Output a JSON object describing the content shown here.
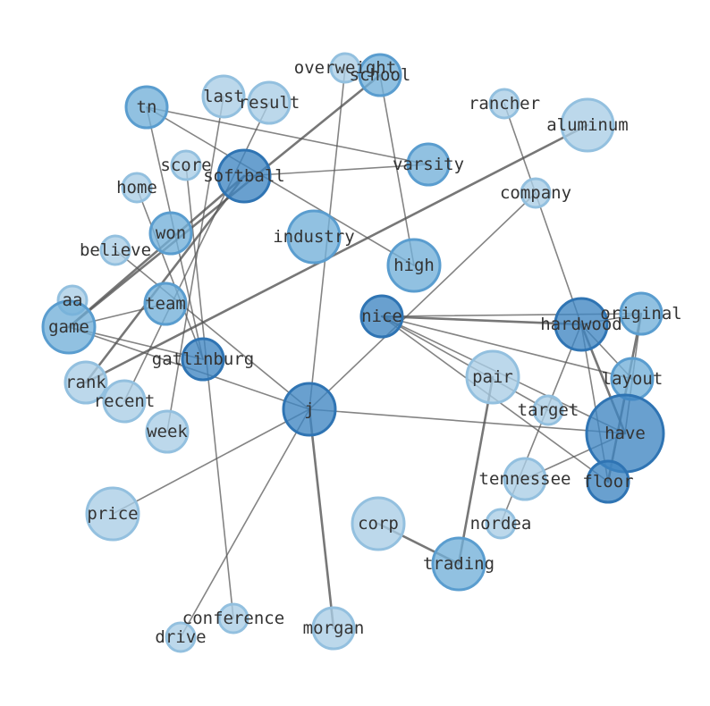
{
  "palette": {
    "light": "#a9cde5",
    "mid": "#72afd9",
    "dark": "#3f85c1",
    "light_stroke": "#93c0df",
    "mid_stroke": "#5a9dcf",
    "dark_stroke": "#2f74b3"
  },
  "nodes": [
    {
      "id": "overweight",
      "label": "overweight",
      "tone": "light",
      "size": 1
    },
    {
      "id": "school",
      "label": "school",
      "tone": "mid",
      "size": 2
    },
    {
      "id": "last",
      "label": "last",
      "tone": "light",
      "size": 2
    },
    {
      "id": "result",
      "label": "result",
      "tone": "light",
      "size": 2
    },
    {
      "id": "tn",
      "label": "tn",
      "tone": "mid",
      "size": 2
    },
    {
      "id": "rancher",
      "label": "rancher",
      "tone": "light",
      "size": 1
    },
    {
      "id": "aluminum",
      "label": "aluminum",
      "tone": "light",
      "size": 3
    },
    {
      "id": "score",
      "label": "score",
      "tone": "light",
      "size": 1
    },
    {
      "id": "softball",
      "label": "softball",
      "tone": "dark",
      "size": 3
    },
    {
      "id": "varsity",
      "label": "varsity",
      "tone": "mid",
      "size": 2
    },
    {
      "id": "home",
      "label": "home",
      "tone": "light",
      "size": 1
    },
    {
      "id": "company",
      "label": "company",
      "tone": "light",
      "size": 1
    },
    {
      "id": "won",
      "label": "won",
      "tone": "mid",
      "size": 2
    },
    {
      "id": "industry",
      "label": "industry",
      "tone": "mid",
      "size": 3
    },
    {
      "id": "believe",
      "label": "believe",
      "tone": "light",
      "size": 1
    },
    {
      "id": "high",
      "label": "high",
      "tone": "mid",
      "size": 3
    },
    {
      "id": "aa",
      "label": "aa",
      "tone": "light",
      "size": 1
    },
    {
      "id": "team",
      "label": "team",
      "tone": "mid",
      "size": 2
    },
    {
      "id": "game",
      "label": "game",
      "tone": "mid",
      "size": 3
    },
    {
      "id": "nice",
      "label": "nice",
      "tone": "dark",
      "size": 2
    },
    {
      "id": "hardwood",
      "label": "hardwood",
      "tone": "dark",
      "size": 3
    },
    {
      "id": "original",
      "label": "original",
      "tone": "mid",
      "size": 2
    },
    {
      "id": "gatlinburg",
      "label": "gatlinburg",
      "tone": "dark",
      "size": 2
    },
    {
      "id": "pair",
      "label": "pair",
      "tone": "light",
      "size": 3
    },
    {
      "id": "layout",
      "label": "layout",
      "tone": "mid",
      "size": 2
    },
    {
      "id": "rank",
      "label": "rank",
      "tone": "light",
      "size": 2
    },
    {
      "id": "recent",
      "label": "recent",
      "tone": "light",
      "size": 2
    },
    {
      "id": "j",
      "label": "j",
      "tone": "dark",
      "size": 3
    },
    {
      "id": "target",
      "label": "target",
      "tone": "light",
      "size": 1
    },
    {
      "id": "week",
      "label": "week",
      "tone": "light",
      "size": 2
    },
    {
      "id": "have",
      "label": "have",
      "tone": "dark",
      "size": 4
    },
    {
      "id": "tennessee",
      "label": "tennessee",
      "tone": "light",
      "size": 2
    },
    {
      "id": "floor",
      "label": "floor",
      "tone": "dark",
      "size": 2
    },
    {
      "id": "price",
      "label": "price",
      "tone": "light",
      "size": 3
    },
    {
      "id": "corp",
      "label": "corp",
      "tone": "light",
      "size": 3
    },
    {
      "id": "nordea",
      "label": "nordea",
      "tone": "light",
      "size": 1
    },
    {
      "id": "trading",
      "label": "trading",
      "tone": "mid",
      "size": 3
    },
    {
      "id": "conference",
      "label": "conference",
      "tone": "light",
      "size": 1
    },
    {
      "id": "drive",
      "label": "drive",
      "tone": "light",
      "size": 1
    },
    {
      "id": "morgan",
      "label": "morgan",
      "tone": "light",
      "size": 2
    }
  ],
  "edges": [
    {
      "source": "game",
      "target": "school",
      "weight": 2
    },
    {
      "source": "game",
      "target": "softball",
      "weight": 2
    },
    {
      "source": "game",
      "target": "team",
      "weight": 1
    },
    {
      "source": "game",
      "target": "gatlinburg",
      "weight": 1
    },
    {
      "source": "game",
      "target": "j",
      "weight": 1
    },
    {
      "source": "tn",
      "target": "varsity",
      "weight": 1
    },
    {
      "source": "tn",
      "target": "high",
      "weight": 1
    },
    {
      "source": "tn",
      "target": "gatlinburg",
      "weight": 1
    },
    {
      "source": "softball",
      "target": "varsity",
      "weight": 1
    },
    {
      "source": "softball",
      "target": "rank",
      "weight": 2
    },
    {
      "source": "school",
      "target": "high",
      "weight": 1
    },
    {
      "source": "rank",
      "target": "aluminum",
      "weight": 2
    },
    {
      "source": "overweight",
      "target": "j",
      "weight": 1
    },
    {
      "source": "last",
      "target": "week",
      "weight": 1
    },
    {
      "source": "result",
      "target": "recent",
      "weight": 1
    },
    {
      "source": "score",
      "target": "conference",
      "weight": 1
    },
    {
      "source": "home",
      "target": "gatlinburg",
      "weight": 1
    },
    {
      "source": "believe",
      "target": "j",
      "weight": 1
    },
    {
      "source": "nice",
      "target": "hardwood",
      "weight": 2
    },
    {
      "source": "nice",
      "target": "original",
      "weight": 1
    },
    {
      "source": "nice",
      "target": "layout",
      "weight": 1
    },
    {
      "source": "nice",
      "target": "have",
      "weight": 1
    },
    {
      "source": "nice",
      "target": "floor",
      "weight": 1
    },
    {
      "source": "nice",
      "target": "target",
      "weight": 1
    },
    {
      "source": "hardwood",
      "target": "original",
      "weight": 1
    },
    {
      "source": "hardwood",
      "target": "have",
      "weight": 2
    },
    {
      "source": "hardwood",
      "target": "layout",
      "weight": 1
    },
    {
      "source": "hardwood",
      "target": "floor",
      "weight": 1
    },
    {
      "source": "hardwood",
      "target": "nordea",
      "weight": 1
    },
    {
      "source": "original",
      "target": "floor",
      "weight": 2
    },
    {
      "source": "original",
      "target": "have",
      "weight": 1
    },
    {
      "source": "rancher",
      "target": "hardwood",
      "weight": 1
    },
    {
      "source": "company",
      "target": "j",
      "weight": 1
    },
    {
      "source": "j",
      "target": "have",
      "weight": 1
    },
    {
      "source": "j",
      "target": "price",
      "weight": 1
    },
    {
      "source": "j",
      "target": "drive",
      "weight": 1
    },
    {
      "source": "j",
      "target": "morgan",
      "weight": 2
    },
    {
      "source": "pair",
      "target": "trading",
      "weight": 2
    },
    {
      "source": "corp",
      "target": "trading",
      "weight": 2
    },
    {
      "source": "tennessee",
      "target": "have",
      "weight": 1
    }
  ]
}
